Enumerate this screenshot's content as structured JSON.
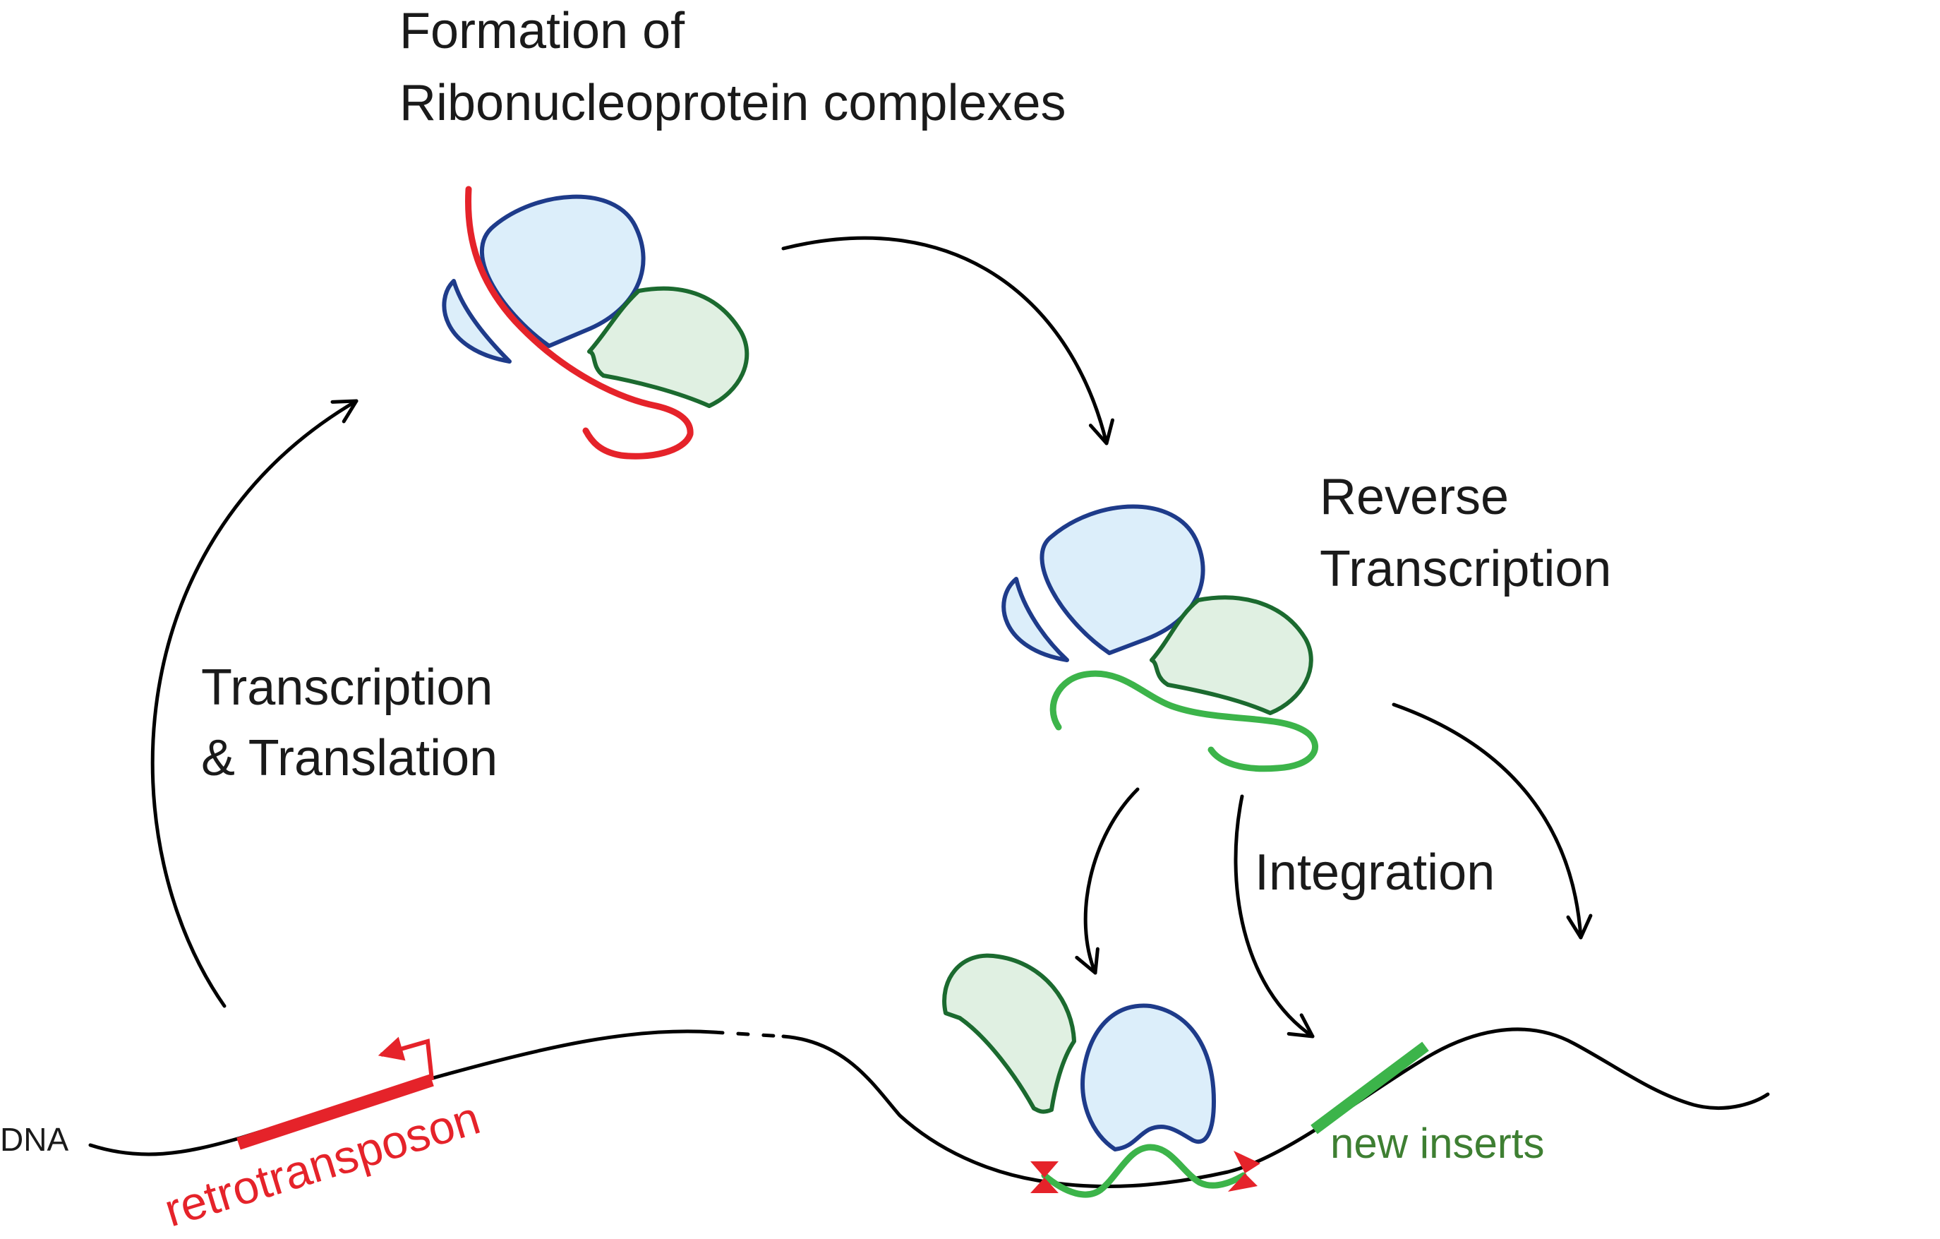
{
  "labels": {
    "formation_line1": "Formation of",
    "formation_line2": "Ribonucleoprotein complexes",
    "reverse_line1": "Reverse",
    "reverse_line2": "Transcription",
    "transcription_line1": "Transcription",
    "transcription_line2": "& Translation",
    "integration": "Integration",
    "dna": "DNA",
    "retrotransposon": "retrotransposon",
    "new_inserts": "new inserts"
  },
  "colors": {
    "rna_red": "#e5232a",
    "dna_green": "#3cb44a",
    "protein_blue_fill": "#dceefa",
    "protein_blue_stroke": "#1e3b8a",
    "protein_green_fill": "#e0f0e2",
    "protein_green_stroke": "#1b6a2f",
    "arrow_black": "#000000"
  }
}
